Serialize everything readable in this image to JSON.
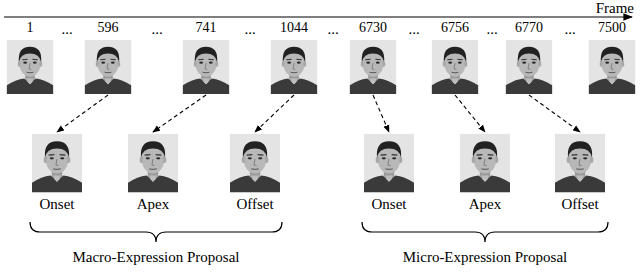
{
  "diagram": {
    "nodes": [
      {
        "text": [
          "1"
        ]
      },
      {
        "text": [
          "596"
        ]
      },
      {
        "text": [
          "741"
        ]
      },
      {
        "text": [
          "1044"
        ]
      },
      {
        "text": [
          "6730"
        ]
      },
      {
        "text": [
          "6756"
        ]
      },
      {
        "text": [
          "6770"
        ]
      },
      {
        "text": [
          "7500"
        ]
      },
      {
        "text": [
          "Onset"
        ]
      },
      {
        "text": [
          "Apex"
        ]
      },
      {
        "text": [
          "Offset"
        ]
      },
      {
        "text": [
          "Onset"
        ]
      },
      {
        "text": [
          "Apex"
        ]
      },
      {
        "text": [
          "Offset"
        ]
      }
    ],
    "edges": [
      {
        "from": 1,
        "to": 8,
        "arrow": "to"
      },
      {
        "from": 2,
        "to": 9,
        "arrow": "to"
      },
      {
        "from": 3,
        "to": 10,
        "arrow": "to"
      },
      {
        "from": 4,
        "to": 11,
        "arrow": "to"
      },
      {
        "from": 5,
        "to": 12,
        "arrow": "to"
      },
      {
        "from": 6,
        "to": 13,
        "arrow": "to"
      }
    ],
    "labels": [
      "Frame",
      "...",
      "...",
      "...",
      "...",
      "...",
      "...",
      "...",
      "Macro-Expression Proposal",
      "Micro-Expression Proposal"
    ]
  }
}
